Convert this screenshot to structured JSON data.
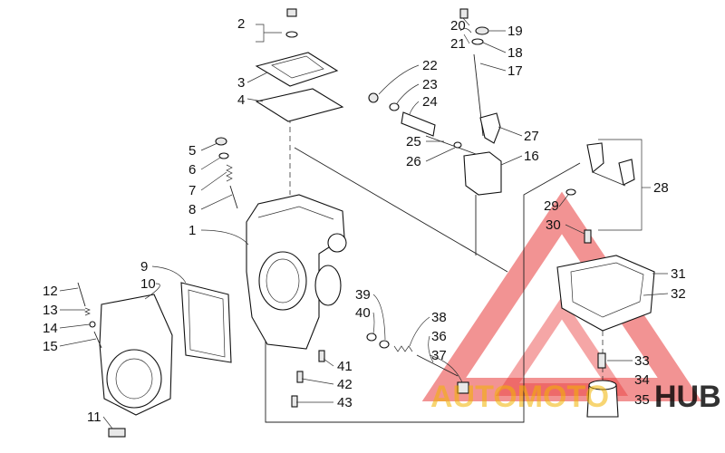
{
  "labels": {
    "n1": "1",
    "n2": "2",
    "n3": "3",
    "n4": "4",
    "n5": "5",
    "n6": "6",
    "n7": "7",
    "n8": "8",
    "n9": "9",
    "n10": "10",
    "n11": "11",
    "n12": "12",
    "n13": "13",
    "n14": "14",
    "n15": "15",
    "n16": "16",
    "n17": "17",
    "n18": "18",
    "n19": "19",
    "n20": "20",
    "n21": "21",
    "n22": "22",
    "n23": "23",
    "n24": "24",
    "n25": "25",
    "n26": "26",
    "n27": "27",
    "n28": "28",
    "n29": "29",
    "n30": "30",
    "n31": "31",
    "n32": "32",
    "n33": "33",
    "n34": "34",
    "n35": "35",
    "n36": "36",
    "n37": "37",
    "n38": "38",
    "n39": "39",
    "n40": "40",
    "n41": "41",
    "n42": "42",
    "n43": "43"
  },
  "watermark": {
    "brand_colored": "AUTOMOTO",
    "brand_dark": "HUB",
    "triangle_color": "#e83a3a",
    "text_color": "#f2b400"
  }
}
